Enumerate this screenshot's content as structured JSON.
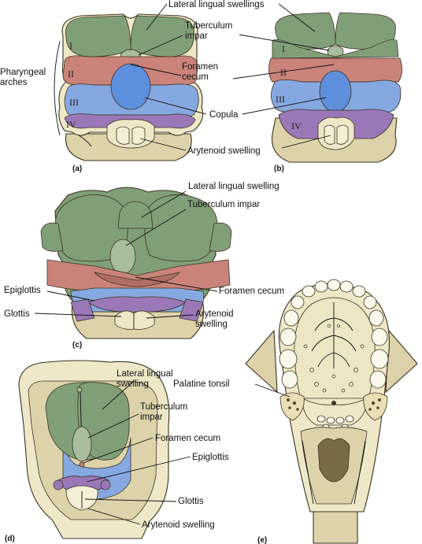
{
  "colors": {
    "green": "#809f78",
    "green_light": "#a7bd9c",
    "red": "#c9837a",
    "blue": "#86a8e0",
    "blue_bright": "#5e8fdc",
    "purple": "#9a78b8",
    "cream": "#efe8c8",
    "tan": "#ddd3aa",
    "background": "#ffffff"
  },
  "panels": {
    "a": {
      "panel_label": "(a)",
      "labels": {
        "lateral_lingual": "Lateral lingual swellings",
        "tuberculum_impar": "Tuberculum\nimpar",
        "foramen_cecum": "Foramen\ncecum",
        "copula": "Copula",
        "arytenoid": "Arytenoid swelling",
        "pharyngeal_arches": "Pharyngeal\narches"
      },
      "arches": [
        "I",
        "II",
        "III",
        "IV"
      ]
    },
    "b": {
      "panel_label": "(b)",
      "arches": [
        "I",
        "II",
        "III",
        "IV"
      ]
    },
    "c": {
      "panel_label": "(c)",
      "labels": {
        "lateral_lingual": "Lateral lingual swelling",
        "tuberculum_impar": "Tuberculum impar",
        "foramen_cecum": "Foramen cecum",
        "epiglottis": "Epiglottis",
        "glottis": "Glottis",
        "arytenoid": "Arytenoid\nswelling"
      }
    },
    "d": {
      "panel_label": "(d)",
      "labels": {
        "lateral_lingual": "Lateral lingual\nswelling",
        "tuberculum_impar": "Tuberculum\nimpar",
        "foramen_cecum": "Foramen cecum",
        "epiglottis": "Epiglottis",
        "glottis": "Glottis",
        "arytenoid": "Arytenoid swelling"
      }
    },
    "e": {
      "panel_label": "(e)",
      "labels": {
        "palatine_tonsil": "Palatine tonsil"
      }
    }
  }
}
